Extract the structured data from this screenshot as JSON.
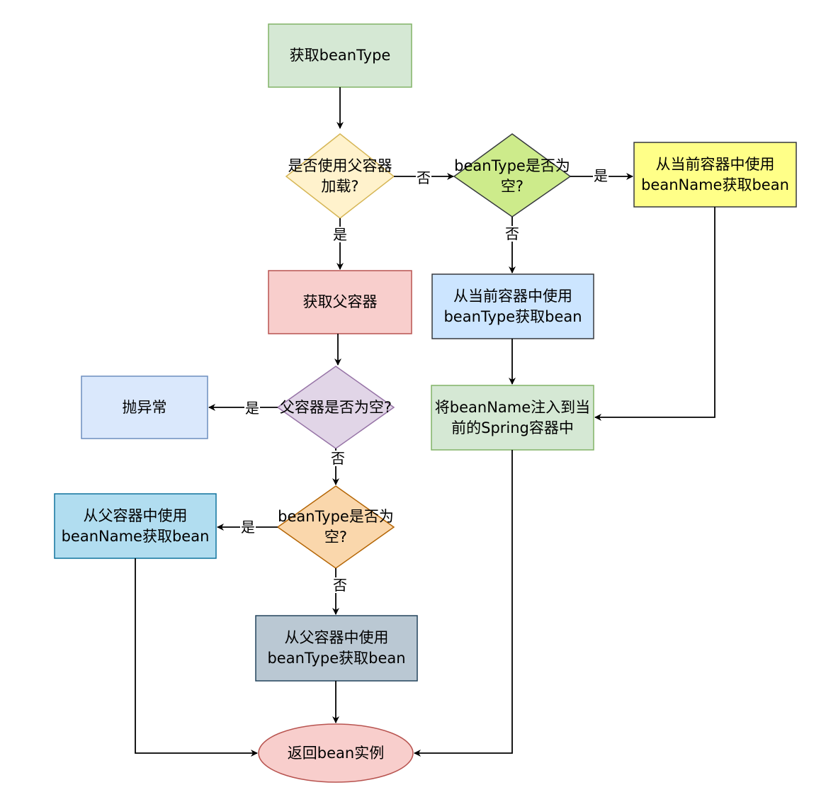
{
  "nodes": {
    "get_bean_type": "获取beanType",
    "use_parent_q": "是否使用父容器加载?",
    "bean_type_empty_q1": "beanType是否为空?",
    "current_by_name": "从当前容器中使用beanName获取bean",
    "get_parent": "获取父容器",
    "current_by_type": "从当前容器中使用beanType获取bean",
    "parent_empty_q": "父容器是否为空?",
    "throw_exception": "抛异常",
    "inject_bean_name": "将beanName注入到当前的Spring容器中",
    "bean_type_empty_q2": "beanType是否为空?",
    "parent_by_name": "从父容器中使用beanName获取bean",
    "parent_by_type": "从父容器中使用beanType获取bean",
    "return_instance": "返回bean实例"
  },
  "edge_labels": {
    "use_parent_no": "否",
    "use_parent_yes": "是",
    "type_empty1_yes": "是",
    "type_empty1_no": "否",
    "parent_empty_yes": "是",
    "parent_empty_no": "否",
    "type_empty2_yes": "是",
    "type_empty2_no": "否"
  },
  "colors": {
    "green_fill": "#d5e8d4",
    "green_stroke": "#82b366",
    "yellow_light_fill": "#fff2cc",
    "yellow_light_stroke": "#d6b656",
    "lime_fill": "#cdeb8b",
    "lime_stroke": "#36393d",
    "yellow_fill": "#ffff88",
    "yellow_stroke": "#36393d",
    "red_fill": "#f8cecc",
    "red_stroke": "#b85450",
    "blue_fill": "#cce5ff",
    "blue_stroke": "#36393d",
    "lightblue_fill": "#dae8fc",
    "lightblue_stroke": "#6c8ebf",
    "purple_fill": "#e1d5e7",
    "purple_stroke": "#9673a6",
    "orange_fill": "#fad7ac",
    "orange_stroke": "#b46504",
    "cyan_fill": "#b1ddf0",
    "cyan_stroke": "#10739e",
    "gray_fill": "#bac8d3",
    "gray_stroke": "#23445d",
    "edge": "#000000"
  }
}
